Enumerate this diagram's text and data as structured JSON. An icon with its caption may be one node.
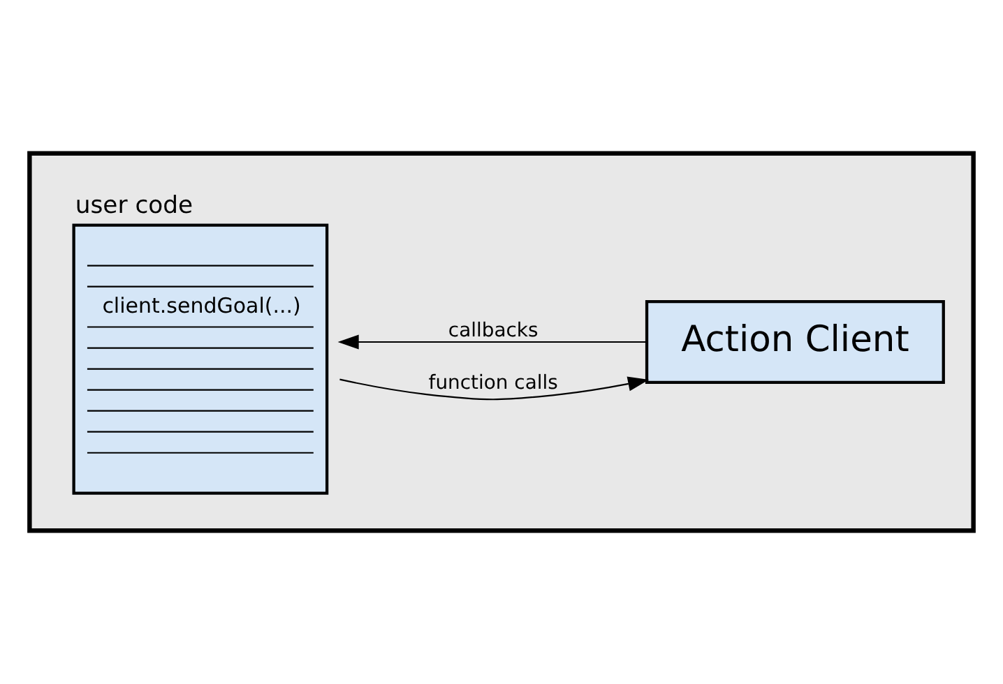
{
  "diagram": {
    "nodes": [
      {
        "text": [],
        "shape": "box"
      },
      {
        "text": [
          "user code",
          "client.sendGoal(...)"
        ],
        "in": 0
      },
      {
        "text": [
          "Action Client"
        ],
        "in": 0
      }
    ],
    "edges": [
      {
        "from": 1,
        "to": 2,
        "arrow": "to",
        "label": "function calls"
      },
      {
        "from": 2,
        "to": 1,
        "arrow": "to",
        "label": "callbacks"
      }
    ]
  }
}
